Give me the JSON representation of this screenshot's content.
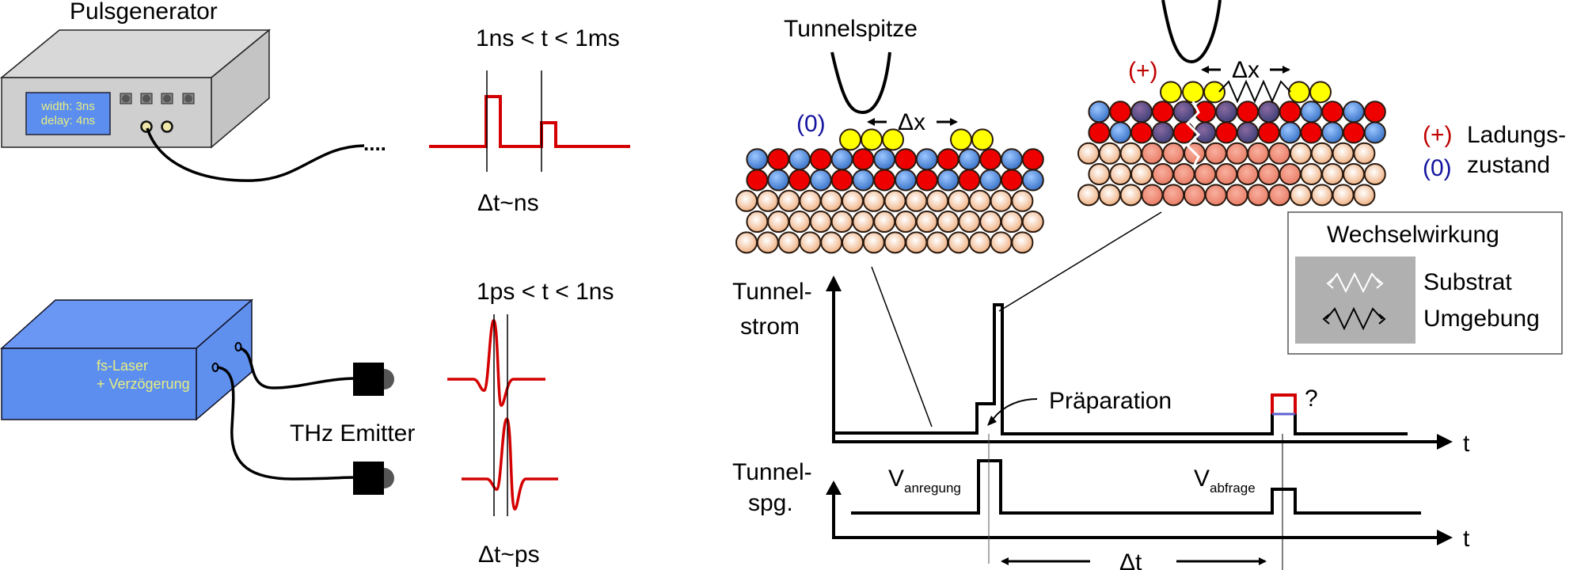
{
  "colors": {
    "pulse_red": "#d40000",
    "laser_blue": "#5c8ef0",
    "device_gray": "#cfcfcf",
    "display_blue": "#5c8ef0",
    "display_text": "#e8ee80",
    "charge_plus": "#c00000",
    "charge_zero": "#1414a0",
    "atom_yellow": "#ffff00",
    "atom_red": "#ee0000",
    "atom_blue": "#4a86d8",
    "atom_copper": "#f3bd93",
    "probe_blue_level": "#6060d0",
    "legend_panel": "#b0b0b0"
  },
  "left_panel": {
    "pulse_generator": {
      "title": "Pulsgenerator",
      "display_line1": "width: 3ns",
      "display_line2": "delay: 4ns",
      "button_count": 4,
      "cable_end": "...."
    },
    "electric_pulses": {
      "range_label": "1ns < t < 1ms",
      "delta_label": "Δt~ns"
    },
    "laser": {
      "line1": "fs-Laser",
      "line2": "+ Verzögerung"
    },
    "thz": {
      "emitter_label": "THz Emitter",
      "range_label": "1ps < t < 1ns",
      "delta_label": "Δt~ps"
    }
  },
  "right_panel": {
    "tip_label": "Tunnelspitze",
    "left_state": {
      "charge_label": "(0)",
      "dx_label": "Δx"
    },
    "right_state": {
      "charge_label": "(+)",
      "dx_label": "Δx"
    },
    "charge_legend": {
      "plus": "(+)",
      "zero": "(0)",
      "line1": "Ladungs-",
      "line2": "zustand"
    },
    "interaction_legend": {
      "title": "Wechselwirkung",
      "items": [
        {
          "label": "Substrat",
          "icon": "white-zigzag-arrow-icon"
        },
        {
          "label": "Umgebung",
          "icon": "black-zigzag-arrow-icon"
        }
      ]
    },
    "current_plot": {
      "ylabel_line1": "Tunnel-",
      "ylabel_line2": "strom",
      "xlabel": "t",
      "annotation": "Präparation",
      "question": "?"
    },
    "voltage_plot": {
      "ylabel_line1": "Tunnel-",
      "ylabel_line2": "spg.",
      "xlabel": "t",
      "pump_label": "V",
      "pump_sub": "anregung",
      "probe_label": "V",
      "probe_sub": "abfrage",
      "delay_label": "Δt"
    }
  }
}
